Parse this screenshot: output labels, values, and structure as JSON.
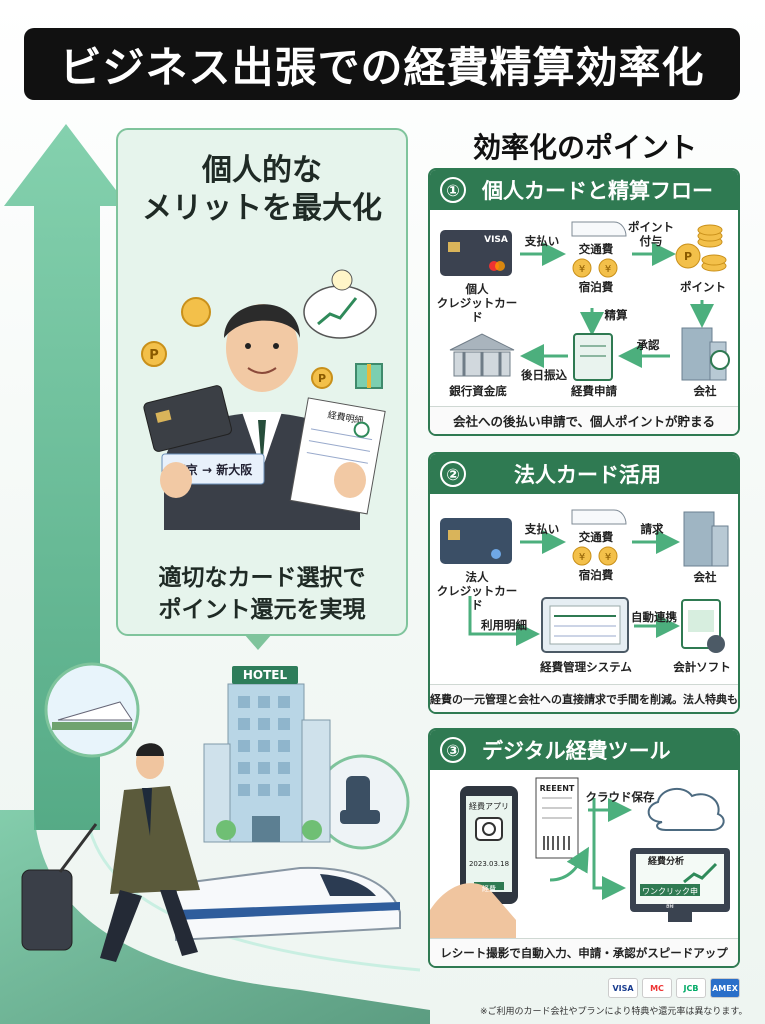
{
  "title": "ビジネス出張での経費精算効率化",
  "left_panel": {
    "heading_line1": "個人的な",
    "heading_line2": "メリットを最大化",
    "sub_line1": "適切なカード選択で",
    "sub_line2": "ポイント還元を実現",
    "ticket_text": "東京 → 新大阪",
    "doc_text": "経費明細"
  },
  "hotel_sign": "HOTEL",
  "points_title": "効率化のポイント",
  "section1": {
    "number": "①",
    "title": "個人カードと精算フロー",
    "card_brand": "VISA",
    "card_label_1": "個人",
    "card_label_2": "クレジットカード",
    "pay": "支払い",
    "transport": "交通費",
    "lodging": "宿泊費",
    "point_grant_1": "ポイント",
    "point_grant_2": "付与",
    "points": "ポイント",
    "settle": "精算",
    "approve": "承認",
    "company": "会社",
    "later_transfer": "後日振込",
    "expense_request": "経費申請",
    "bank": "銀行資金底",
    "footer": "会社への後払い申請で、個人ポイントが貯まる"
  },
  "section2": {
    "number": "②",
    "title": "法人カード活用",
    "card_label_1": "法人",
    "card_label_2": "クレジットカード",
    "pay": "支払い",
    "transport": "交通費",
    "lodging": "宿泊費",
    "invoice": "請求",
    "company": "会社",
    "statement": "利用明細",
    "auto_link": "自動連携",
    "system": "経費管理システム",
    "software": "会計ソフト",
    "footer": "経費の一元管理と会社への直接請求で手間を削減。法人特典も"
  },
  "section3": {
    "number": "③",
    "title": "デジタル経費ツール",
    "app_name": "経費アプリ",
    "receipt": "REEENT",
    "receipt_date": "2023.03.18",
    "app_button": "経費",
    "cloud": "クラウド保存",
    "analysis": "経費分析",
    "one_click": "ワンクリック申請",
    "footer": "レシート撮影で自動入力、申請・承認がスピードアップ"
  },
  "pay_logos": [
    "VISA",
    "MC",
    "JCB",
    "AMEX"
  ],
  "footnote": "※ご利用のカード会社やプランにより特典や還元率は異なります。",
  "colors": {
    "primary": "#2f7a52",
    "accent": "#7fc49c",
    "title_bg": "#111111"
  }
}
